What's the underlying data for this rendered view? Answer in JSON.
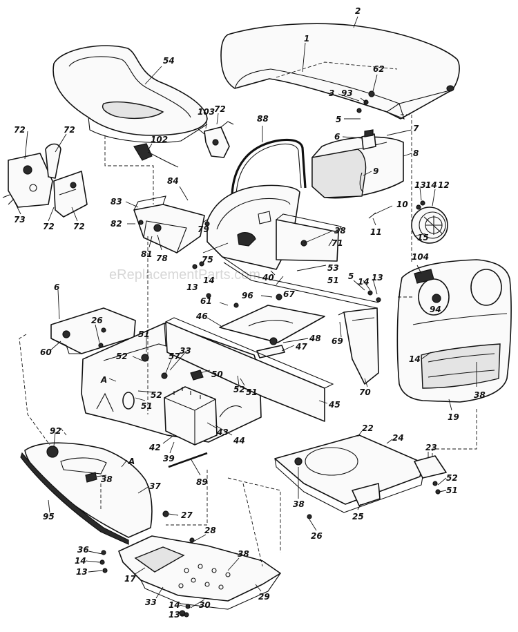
{
  "watermark": "eReplacementParts.com",
  "callouts": [
    {
      "label": "1",
      "part": "hood"
    },
    {
      "label": "2",
      "part": "hood"
    },
    {
      "label": "62",
      "part": "hood-fastener"
    },
    {
      "label": "3",
      "part": "hood-fastener"
    },
    {
      "label": "93",
      "part": "hood-fastener"
    },
    {
      "label": "5",
      "part": "fuel-tank"
    },
    {
      "label": "7",
      "part": "fuel-tank-cap"
    },
    {
      "label": "6",
      "part": "fuel-tank"
    },
    {
      "label": "8",
      "part": "fuel-tank"
    },
    {
      "label": "9",
      "part": "fuel-tank"
    },
    {
      "label": "10",
      "part": "fastener"
    },
    {
      "label": "11",
      "part": "fastener"
    },
    {
      "label": "13",
      "part": "headlight-fastener"
    },
    {
      "label": "14",
      "part": "headlight-fastener"
    },
    {
      "label": "12",
      "part": "headlight"
    },
    {
      "label": "15",
      "part": "headlight"
    },
    {
      "label": "54",
      "part": "seat"
    },
    {
      "label": "72",
      "part": "control-lever"
    },
    {
      "label": "72",
      "part": "control-lever"
    },
    {
      "label": "73",
      "part": "control-lever"
    },
    {
      "label": "72",
      "part": "control-bracket"
    },
    {
      "label": "72",
      "part": "control-bracket"
    },
    {
      "label": "103",
      "part": "throttle-control"
    },
    {
      "label": "72",
      "part": "throttle-control"
    },
    {
      "label": "102",
      "part": "throttle-cable"
    },
    {
      "label": "88",
      "part": "dash-trim"
    },
    {
      "label": "84",
      "part": "clip"
    },
    {
      "label": "83",
      "part": "seat-bracket"
    },
    {
      "label": "82",
      "part": "bolt"
    },
    {
      "label": "79",
      "part": "bolt"
    },
    {
      "label": "81",
      "part": "seat-bracket"
    },
    {
      "label": "78",
      "part": "seat-bracket"
    },
    {
      "label": "75",
      "part": "dash-panel"
    },
    {
      "label": "38",
      "part": "dash-panel"
    },
    {
      "label": "71",
      "part": "dash-panel"
    },
    {
      "label": "53",
      "part": "dash-panel"
    },
    {
      "label": "51",
      "part": "dash-panel"
    },
    {
      "label": "40",
      "part": "dash-panel"
    },
    {
      "label": "67",
      "part": "dash-panel"
    },
    {
      "label": "13",
      "part": "dash-panel"
    },
    {
      "label": "14",
      "part": "dash-panel"
    },
    {
      "label": "104",
      "part": "grille-badge"
    },
    {
      "label": "5",
      "part": "latch"
    },
    {
      "label": "14",
      "part": "latch"
    },
    {
      "label": "13",
      "part": "latch"
    },
    {
      "label": "94",
      "part": "grille"
    },
    {
      "label": "6",
      "part": "battery-cover"
    },
    {
      "label": "26",
      "part": "battery-cover"
    },
    {
      "label": "60",
      "part": "battery-cover"
    },
    {
      "label": "61",
      "part": "bolt"
    },
    {
      "label": "96",
      "part": "nut"
    },
    {
      "label": "46",
      "part": "mount-plate"
    },
    {
      "label": "48",
      "part": "mount-plate"
    },
    {
      "label": "47",
      "part": "mount-plate"
    },
    {
      "label": "69",
      "part": "bracket"
    },
    {
      "label": "70",
      "part": "bracket"
    },
    {
      "label": "14",
      "part": "grille"
    },
    {
      "label": "19",
      "part": "grille"
    },
    {
      "label": "38",
      "part": "grille"
    },
    {
      "label": "51",
      "part": "frame"
    },
    {
      "label": "33",
      "part": "frame"
    },
    {
      "label": "57",
      "part": "frame"
    },
    {
      "label": "52",
      "part": "frame"
    },
    {
      "label": "50",
      "part": "frame"
    },
    {
      "label": "52",
      "part": "frame"
    },
    {
      "label": "51",
      "part": "frame"
    },
    {
      "label": "A",
      "part": "frame"
    },
    {
      "label": "52",
      "part": "frame"
    },
    {
      "label": "51",
      "part": "frame"
    },
    {
      "label": "45",
      "part": "frame-rail"
    },
    {
      "label": "42",
      "part": "battery"
    },
    {
      "label": "43",
      "part": "battery"
    },
    {
      "label": "44",
      "part": "battery"
    },
    {
      "label": "39",
      "part": "battery"
    },
    {
      "label": "92",
      "part": "fender"
    },
    {
      "label": "A",
      "part": "fender"
    },
    {
      "label": "38",
      "part": "fender"
    },
    {
      "label": "37",
      "part": "fender"
    },
    {
      "label": "95",
      "part": "fender-trim"
    },
    {
      "label": "89",
      "part": "rod"
    },
    {
      "label": "22",
      "part": "chassis-plate"
    },
    {
      "label": "24",
      "part": "chassis-plate"
    },
    {
      "label": "23",
      "part": "hitch"
    },
    {
      "label": "52",
      "part": "hitch-fastener"
    },
    {
      "label": "51",
      "part": "hitch-fastener"
    },
    {
      "label": "38",
      "part": "chassis-plate"
    },
    {
      "label": "25",
      "part": "chassis-plate"
    },
    {
      "label": "26",
      "part": "chassis-plate"
    },
    {
      "label": "27",
      "part": "bolt"
    },
    {
      "label": "28",
      "part": "bolt"
    },
    {
      "label": "38",
      "part": "footrest"
    },
    {
      "label": "36",
      "part": "footrest-fastener"
    },
    {
      "label": "14",
      "part": "footrest-fastener"
    },
    {
      "label": "13",
      "part": "footrest-fastener"
    },
    {
      "label": "17",
      "part": "footrest"
    },
    {
      "label": "33",
      "part": "footrest"
    },
    {
      "label": "14",
      "part": "footrest-fastener"
    },
    {
      "label": "13",
      "part": "footrest-fastener"
    },
    {
      "label": "30",
      "part": "footrest"
    },
    {
      "label": "29",
      "part": "footrest"
    }
  ]
}
